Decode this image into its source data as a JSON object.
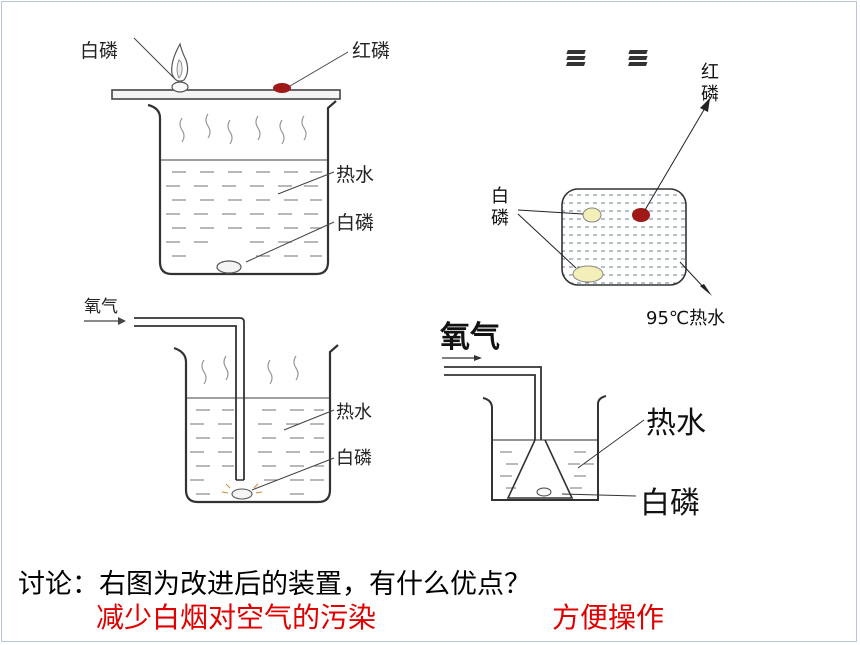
{
  "fig1": {
    "white_p_top": "白磷",
    "red_p": "红磷",
    "hot_water": "热水",
    "white_p_bottom": "白磷"
  },
  "fig2": {
    "oxygen": "氧气",
    "hot_water": "热水",
    "white_p": "白磷"
  },
  "fig3": {
    "red_p_char1": "红",
    "red_p_char2": "磷",
    "white_p_char1": "白",
    "white_p_char2": "磷",
    "hot_water": "95℃热水"
  },
  "fig4": {
    "oxygen": "氧气",
    "hot_water": "热水",
    "white_p": "白磷"
  },
  "question": "讨论：右图为改进后的装置，有什么优点？",
  "answers": [
    "减少白烟对空气的污染",
    "方便操作"
  ],
  "colors": {
    "answer": "#e00000",
    "red_phosphorus": "#a01818",
    "white_phosphorus": "#f4eeb8"
  }
}
